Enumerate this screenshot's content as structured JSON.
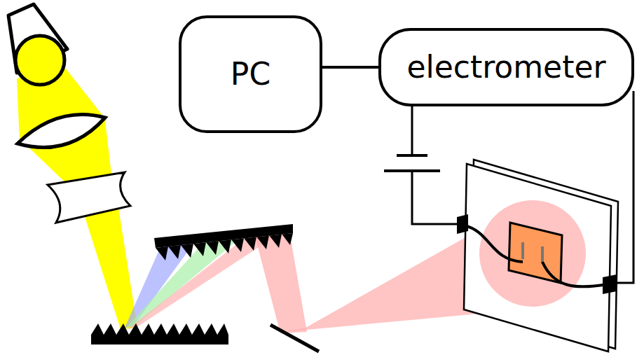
{
  "diagram": {
    "nodes": [
      {
        "text": [
          "PC"
        ]
      },
      {
        "text": [
          "electrometer"
        ]
      }
    ],
    "edges": [
      {
        "from": 0,
        "to": 1,
        "arrow": "none"
      }
    ]
  }
}
